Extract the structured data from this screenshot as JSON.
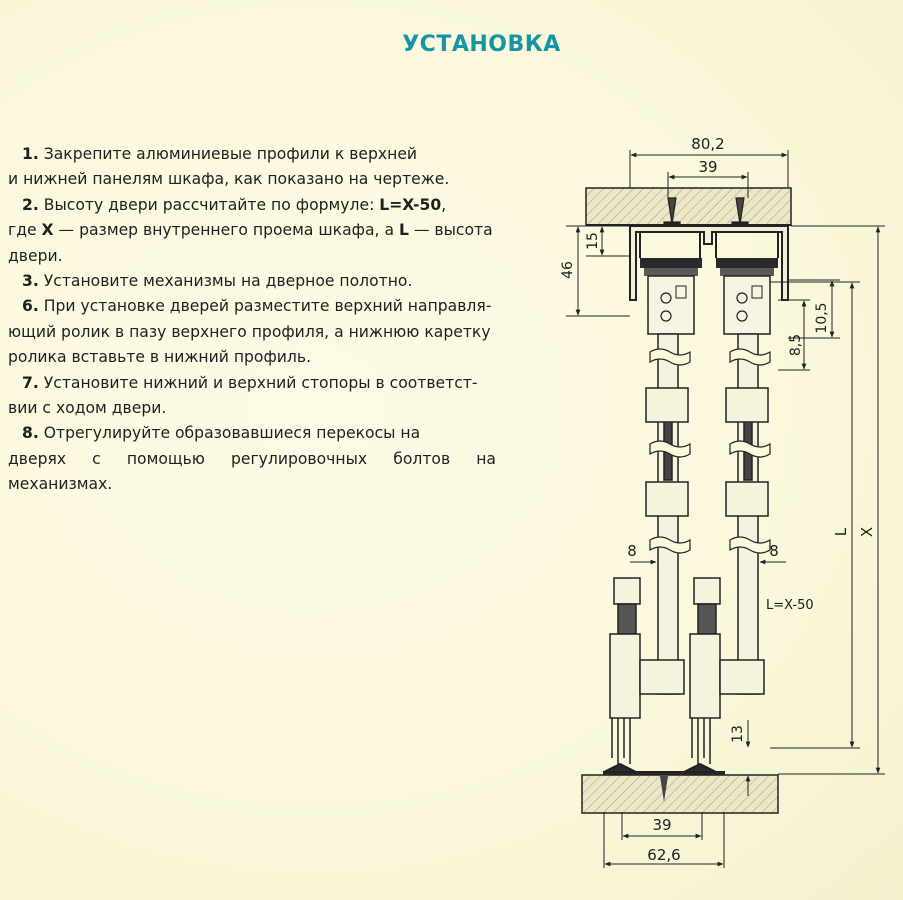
{
  "page": {
    "title": "УСТАНОВКА"
  },
  "steps": [
    {
      "num": "1.",
      "lines": [
        "Закрепите алюминиевые профили к верхней",
        "и нижней панелям шкафа, как показано на чертеже."
      ]
    },
    {
      "num": "2.",
      "line1_pre": "Высоту двери рассчитайте по формуле: ",
      "formula": "L=X-50",
      "line1_post": ",",
      "line2_pre": "где ",
      "var_x": "X",
      "line2_mid": " — размер внутреннего проема шкафа, а ",
      "var_l": "L",
      "line2_post": " — высота",
      "line3": "двери."
    },
    {
      "num": "3.",
      "lines": [
        "Установите механизмы на дверное полотно."
      ]
    },
    {
      "num": "6.",
      "lines": [
        "При установке дверей разместите верхний направля-",
        "ющий ролик в пазу верхнего профиля, а нижнюю каретку",
        "ролика вставьте в нижний профиль."
      ]
    },
    {
      "num": "7.",
      "lines": [
        "Установите нижний и верхний стопоры в соответст-",
        "вии с ходом двери."
      ]
    },
    {
      "num": "8.",
      "lines": [
        "Отрегулируйте образовавшиеся перекосы на",
        "дверях с помощью регулировочных болтов на механизмах."
      ]
    }
  ],
  "drawing": {
    "dim_top_total": "80,2",
    "dim_top_inner": "39",
    "dim_15": "15",
    "dim_46": "46",
    "dim_10_5": "10,5",
    "dim_8_5": "8,5",
    "dim_8_left": "8",
    "dim_8_right": "8",
    "dim_L": "L",
    "dim_X": "X",
    "formula_label": "L=X-50",
    "dim_13": "13",
    "dim_bottom_inner": "39",
    "dim_bottom_total": "62,6"
  }
}
